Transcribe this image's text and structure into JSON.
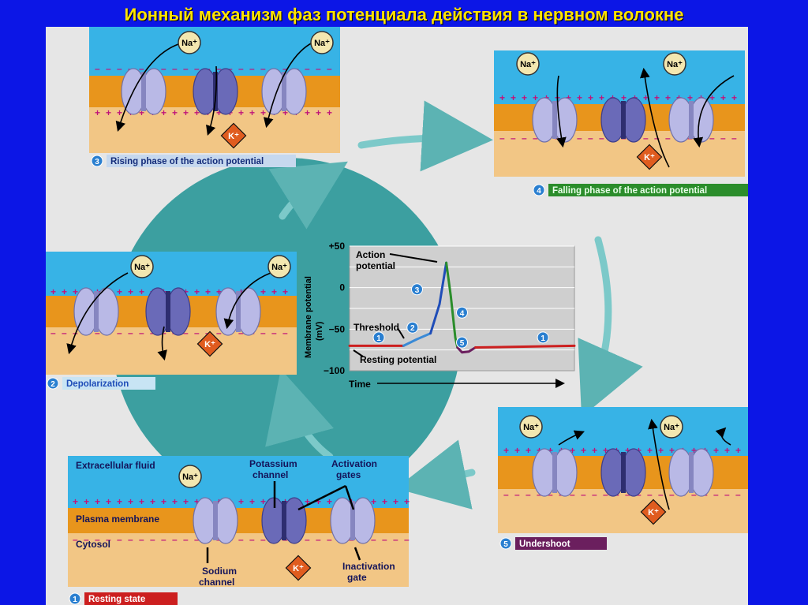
{
  "title": "Ионный механизм фаз потенциала действия в нервном волокне",
  "colors": {
    "background": "#0c16e6",
    "title": "#ffe300",
    "extracellular": "#37b3e6",
    "membrane": "#e8951c",
    "cytosol": "#f2c685",
    "circle": "#3c9fa0",
    "channel": "#b9b9e6",
    "potassium_channel": "#6a6ab8",
    "rising": "#1f4db8",
    "falling": "#2b8d2b",
    "undershoot": "#6b1f5e",
    "resting": "#cc1f1f"
  },
  "ions": {
    "sodium": "Na⁺",
    "potassium": "K⁺"
  },
  "phases": {
    "p1": {
      "num": "1",
      "label": "Resting state"
    },
    "p2": {
      "num": "2",
      "label": "Depolarization"
    },
    "p3": {
      "num": "3",
      "label": "Rising phase of the action potential"
    },
    "p4": {
      "num": "4",
      "label": "Falling phase of the action potential"
    },
    "p5": {
      "num": "5",
      "label": "Undershoot"
    }
  },
  "labels": {
    "extracellular": "Extracellular fluid",
    "plasma_membrane": "Plasma membrane",
    "cytosol": "Cytosol",
    "potassium_channel_1": "Potassium",
    "potassium_channel_2": "channel",
    "activation_1": "Activation",
    "activation_2": "gates",
    "sodium_channel_1": "Sodium",
    "sodium_channel_2": "channel",
    "inactivation_1": "Inactivation",
    "inactivation_2": "gate"
  },
  "chart_data": {
    "type": "line",
    "ylabel_1": "Membrane potential",
    "ylabel_2": "(mV)",
    "xlabel": "Time",
    "yticks": [
      "+50",
      "0",
      "−50",
      "−100"
    ],
    "ylim": [
      -100,
      50
    ],
    "grid": true,
    "annotations": {
      "action_potential_1": "Action",
      "action_potential_2": "potential",
      "threshold": "Threshold",
      "resting_potential": "Resting potential"
    },
    "series": [
      {
        "phase": "1",
        "color": "#cc1f1f",
        "points": [
          [
            0,
            -70
          ],
          [
            0.24,
            -70
          ]
        ]
      },
      {
        "phase": "2",
        "color": "#3a8ad6",
        "points": [
          [
            0.24,
            -70
          ],
          [
            0.3,
            -62
          ],
          [
            0.36,
            -55
          ]
        ]
      },
      {
        "phase": "3",
        "color": "#1f4db8",
        "points": [
          [
            0.36,
            -55
          ],
          [
            0.4,
            -20
          ],
          [
            0.43,
            30
          ]
        ]
      },
      {
        "phase": "4",
        "color": "#2b8d2b",
        "points": [
          [
            0.43,
            30
          ],
          [
            0.45,
            -10
          ],
          [
            0.47,
            -60
          ],
          [
            0.48,
            -72
          ]
        ]
      },
      {
        "phase": "5",
        "color": "#6b1f5e",
        "points": [
          [
            0.48,
            -72
          ],
          [
            0.5,
            -78
          ],
          [
            0.53,
            -77
          ],
          [
            0.56,
            -72
          ]
        ]
      },
      {
        "phase": "1",
        "color": "#cc1f1f",
        "points": [
          [
            0.56,
            -72
          ],
          [
            1.0,
            -70
          ]
        ]
      }
    ],
    "phase_markers": [
      "1",
      "2",
      "3",
      "4",
      "5",
      "1"
    ]
  }
}
